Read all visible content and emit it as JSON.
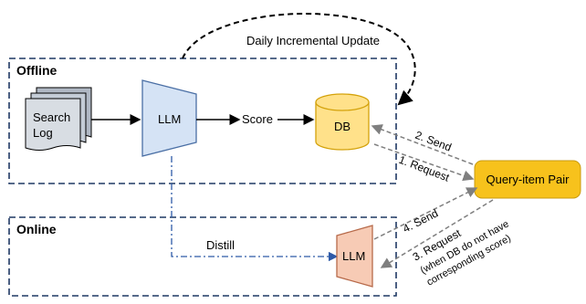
{
  "diagram": {
    "update_label": "Daily Incremental Update",
    "offline": {
      "title": "Offline",
      "search_log_line1": "Search",
      "search_log_line2": "Log",
      "llm_label": "LLM",
      "score_label": "Score",
      "db_label": "DB"
    },
    "online": {
      "title": "Online",
      "distill_label": "Distill",
      "llm_label": "LLM"
    },
    "query_item_pair": "Query-item Pair",
    "arrows": {
      "send_2": "2. Send",
      "request_1": "1. Request",
      "send_4": "4. Send",
      "request_3": "3. Request",
      "request_3_note_line1": "(when DB do not have",
      "request_3_note_line2": "corresponding score)"
    },
    "colors": {
      "llm_fill": "#d5e3f5",
      "llm_stroke": "#4a6fa5",
      "db_fill": "#ffe18a",
      "db_stroke": "#d4a20b",
      "query_fill": "#f7c21c",
      "online_llm_fill": "#f7cbb5",
      "online_llm_stroke": "#b76a4a",
      "frame": "#1f3864",
      "arrow_gray": "#7f7f7f",
      "distill_line": "#2e5aa8"
    }
  }
}
